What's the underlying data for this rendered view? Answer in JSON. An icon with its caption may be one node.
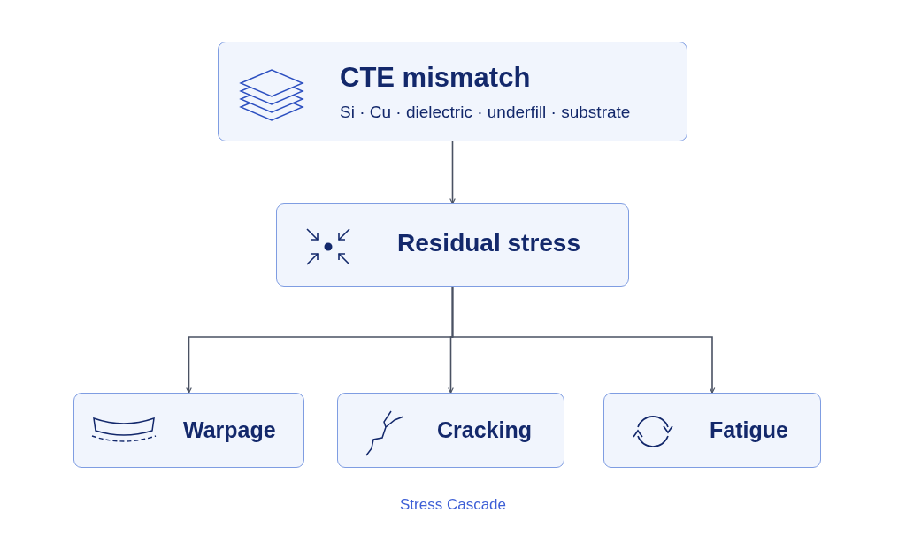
{
  "diagram": {
    "caption": "Stress Cascade",
    "nodes": [
      {
        "text": [
          "CTE mismatch",
          "Si · Cu · dielectric · underfill · substrate"
        ]
      },
      {
        "text": [
          "Residual stress"
        ]
      },
      {
        "text": [
          "Warpage"
        ]
      },
      {
        "text": [
          "Cracking"
        ]
      },
      {
        "text": [
          "Fatigue"
        ]
      }
    ],
    "edges": [
      {
        "from": 0,
        "to": 1,
        "arrow": "to"
      },
      {
        "from": 1,
        "to": 2,
        "arrow": "to"
      },
      {
        "from": 1,
        "to": 3,
        "arrow": "to"
      },
      {
        "from": 1,
        "to": 4,
        "arrow": "to"
      }
    ]
  }
}
